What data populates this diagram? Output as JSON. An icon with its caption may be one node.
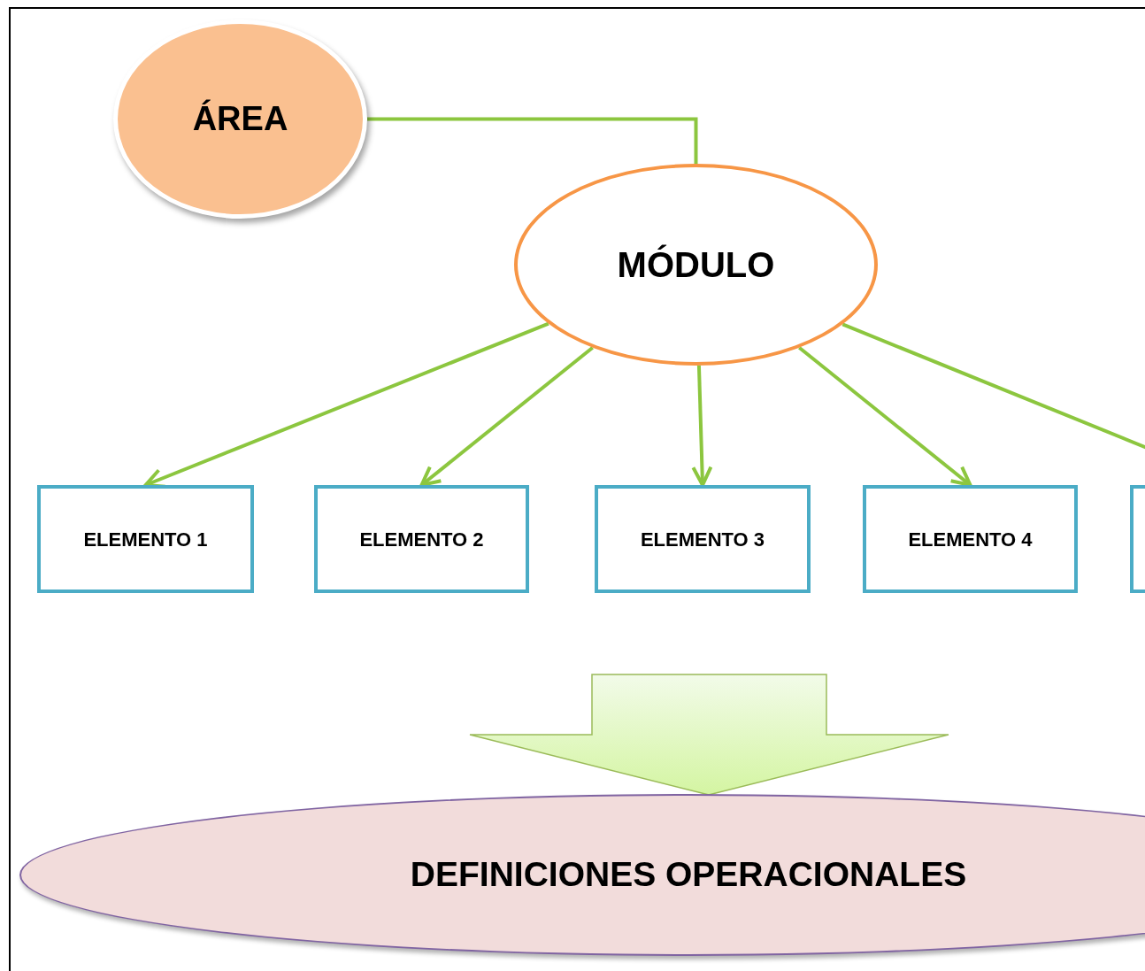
{
  "diagram": {
    "nodes": [
      {
        "text": [
          "ÁREA"
        ]
      },
      {
        "text": [
          "MÓDULO"
        ]
      },
      {
        "text": [
          "ELEMENTO 1"
        ]
      },
      {
        "text": [
          "ELEMENTO 2"
        ]
      },
      {
        "text": [
          "ELEMENTO 3"
        ]
      },
      {
        "text": [
          "ELEMENTO 4"
        ]
      },
      {
        "text": [],
        "shape": "box"
      },
      {
        "text": [
          "DEFINICIONES OPERACIONALES"
        ]
      }
    ],
    "edges": [
      {
        "from": 0,
        "to": 1,
        "arrow": "none"
      },
      {
        "from": 1,
        "to": 2,
        "arrow": "to"
      },
      {
        "from": 1,
        "to": 3,
        "arrow": "to"
      },
      {
        "from": 1,
        "to": 4,
        "arrow": "to"
      },
      {
        "from": 1,
        "to": 5,
        "arrow": "to"
      },
      {
        "from": 1,
        "to": 6,
        "arrow": "to"
      },
      {
        "from": null,
        "to": 7,
        "arrow": "to",
        "style": "thick"
      }
    ]
  }
}
